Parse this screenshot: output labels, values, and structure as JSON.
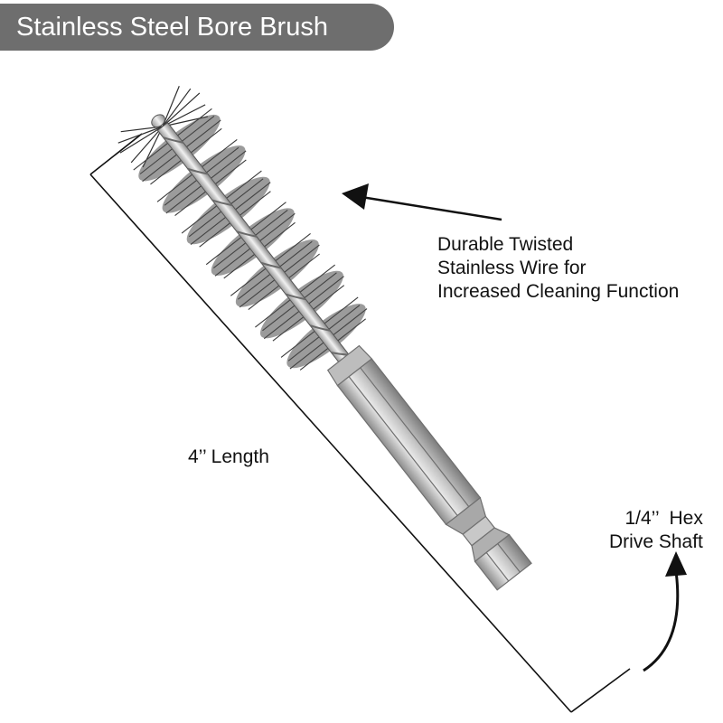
{
  "title": "Stainless Steel Bore Brush",
  "callouts": {
    "wire": [
      "Durable Twisted",
      "Stainless Wire for",
      "Increased Cleaning Function"
    ],
    "length": "4’’ Length",
    "shaft": [
      "1/4’’  Hex",
      "Drive Shaft"
    ]
  },
  "colors": {
    "title_bg": "#6e6e6e",
    "title_text": "#ffffff",
    "bristles": "#3c3c3c",
    "shaft": "#cfcfcf",
    "line": "#111111"
  }
}
